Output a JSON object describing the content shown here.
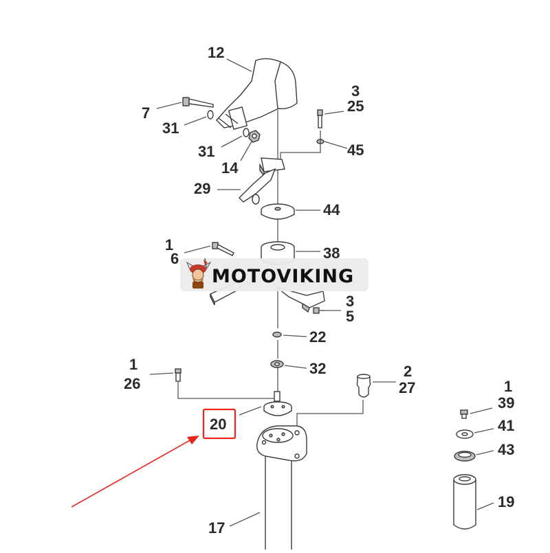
{
  "callouts": {
    "p12": "12",
    "p7": "7",
    "p31a": "31",
    "p31b": "31",
    "p14": "14",
    "p3a": "3",
    "p25": "25",
    "p45": "45",
    "p29": "29",
    "p44": "44",
    "p1a": "1",
    "p6": "6",
    "p38": "38",
    "p3b": "3",
    "p5": "5",
    "p22": "22",
    "p32": "32",
    "p1b": "1",
    "p26": "26",
    "p2": "2",
    "p27": "27",
    "p20": "20",
    "p1c": "1",
    "p39": "39",
    "p41": "41",
    "p43": "43",
    "p19": "19",
    "p17": "17"
  },
  "watermark": {
    "text": "MOTOVIKING",
    "icon": "viking-mascot-icon"
  },
  "highlight": {
    "color": "#e8261c"
  }
}
